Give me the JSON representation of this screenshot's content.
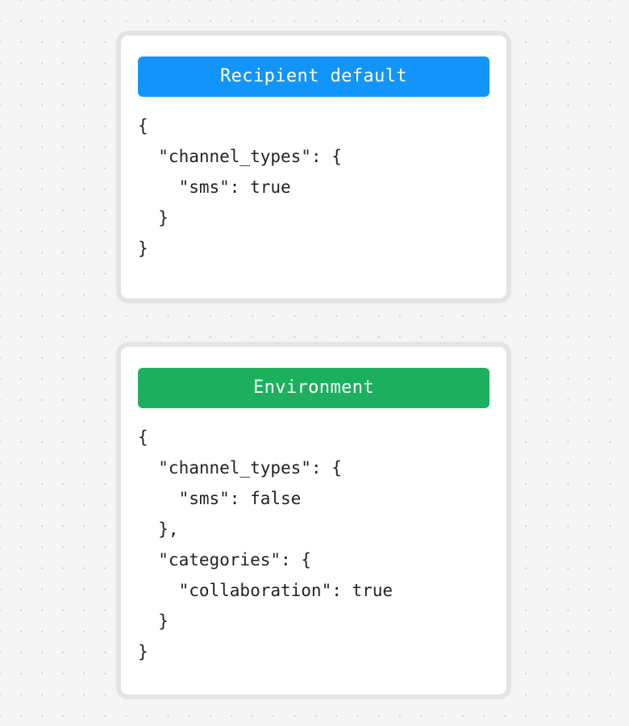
{
  "background": {
    "color": "#f5f5f5",
    "dot_color": "#cfcfcf",
    "pattern": "dot-grid"
  },
  "cards": [
    {
      "id": "recipient-default",
      "header": {
        "title": "Recipient default",
        "background_color": "#1295fa",
        "text_color": "#ffffff"
      },
      "code": "{\n  \"channel_types\": {\n    \"sms\": true\n  }\n}",
      "code_lines": [
        "{",
        "  \"channel_types\": {",
        "    \"sms\": true",
        "  }",
        "}"
      ]
    },
    {
      "id": "environment",
      "header": {
        "title": "Environment",
        "background_color": "#1cb05e",
        "text_color": "#ffffff"
      },
      "code": "{\n  \"channel_types\": {\n    \"sms\": false\n  },\n  \"categories\": {\n    \"collaboration\": true\n  }\n}",
      "code_lines": [
        "{",
        "  \"channel_types\": {",
        "    \"sms\": false",
        "  },",
        "  \"categories\": {",
        "    \"collaboration\": true",
        "  }",
        "}"
      ]
    }
  ]
}
